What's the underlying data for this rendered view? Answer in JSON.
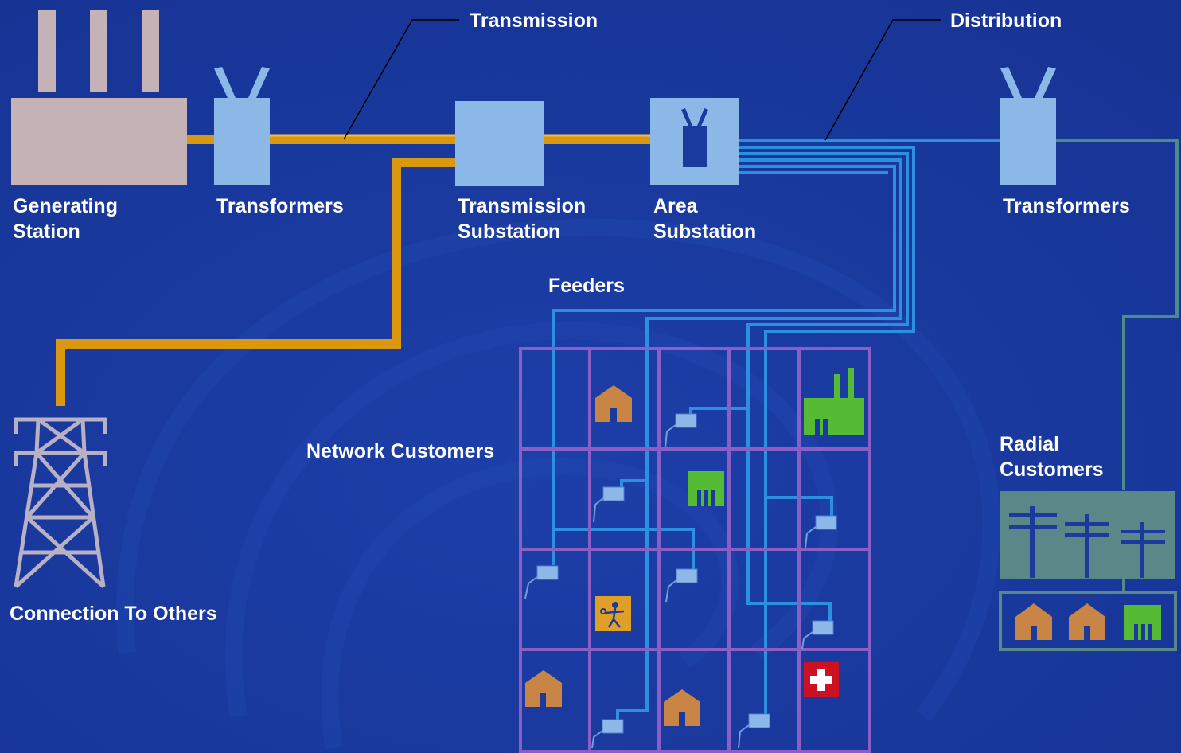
{
  "labels": {
    "transmission": "Transmission",
    "distribution": "Distribution",
    "generating_station": "Generating\nStation",
    "transformers_left": "Transformers",
    "transmission_substation": "Transmission\nSubstation",
    "area_substation": "Area\nSubstation",
    "transformers_right": "Transformers",
    "feeders": "Feeders",
    "network_customers": "Network Customers",
    "radial_customers": "Radial\nCustomers",
    "connection_to_others": "Connection To Others"
  },
  "colors": {
    "background": "#1a3a9e",
    "transmission_line": "#d9980f",
    "feeder_line": "#2d8fe0",
    "radial_line": "#4f8a8a",
    "grid": "#8a5ec4",
    "equipment": "#8cb8e8",
    "generator": "#c4b2b6",
    "house": "#c98545",
    "factory": "#55bb35",
    "hospital": "#cc1122",
    "pole_panel": "#5a8888",
    "tower": "#b8b0c4"
  },
  "icons": [
    "power-plant-icon",
    "transformer-icon",
    "substation-icon",
    "transmission-tower-icon",
    "house-icon",
    "factory-icon",
    "hospital-icon",
    "school-icon",
    "utility-pole-icon"
  ]
}
